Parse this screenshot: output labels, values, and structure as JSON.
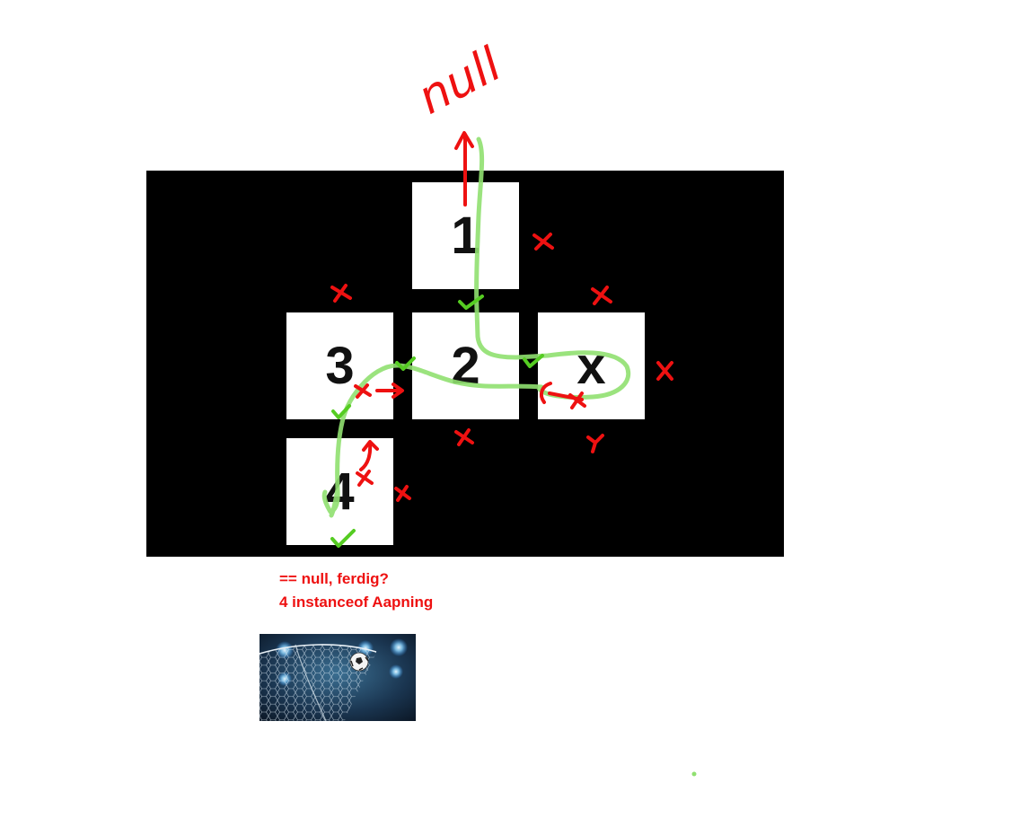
{
  "handwriting": {
    "top_label": "null"
  },
  "cells": {
    "c1": "1",
    "c2": "2",
    "c3": "3",
    "c4": "4",
    "cx": "x"
  },
  "notes": {
    "line1": "== null, ferdig?",
    "line2": "4 instanceof Aapning"
  },
  "thumbnail": {
    "icon": "soccer-ball-in-goal-net"
  },
  "colors": {
    "red_ink": "#ee1111",
    "green_ink": "#90e070",
    "check_green": "#55cc22"
  }
}
